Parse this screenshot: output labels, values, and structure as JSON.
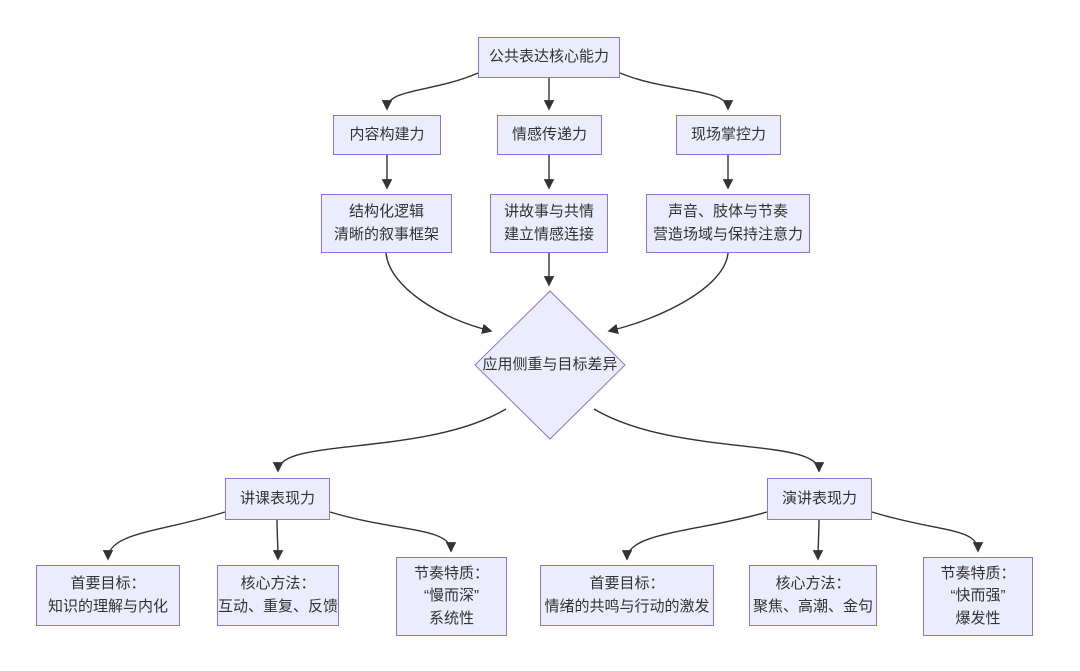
{
  "colors": {
    "background": "#ffffff",
    "node_fill": "#ECECFF",
    "node_border": "#9370DB",
    "edge_color": "#333333",
    "text_color": "#333333"
  },
  "nodes": {
    "root": {
      "label": "公共表达核心能力"
    },
    "content": {
      "label": "内容构建力"
    },
    "emotion": {
      "label": "情感传递力"
    },
    "stage": {
      "label": "现场掌控力"
    },
    "content_detail": {
      "label": "结构化逻辑\n清晰的叙事框架"
    },
    "emotion_detail": {
      "label": "讲故事与共情\n建立情感连接"
    },
    "stage_detail": {
      "label": "声音、肢体与节奏\n营造场域与保持注意力"
    },
    "decision": {
      "label": "应用侧重与目标差异"
    },
    "lecture": {
      "label": "讲课表现力"
    },
    "speech": {
      "label": "演讲表现力"
    },
    "lecture_goal": {
      "label": "首要目标：\n知识的理解与内化"
    },
    "lecture_method": {
      "label": "核心方法：\n互动、重复、反馈"
    },
    "lecture_rhythm": {
      "label": "节奏特质：\n“慢而深”\n系统性"
    },
    "speech_goal": {
      "label": "首要目标：\n情绪的共鸣与行动的激发"
    },
    "speech_method": {
      "label": "核心方法：\n聚焦、高潮、金句"
    },
    "speech_rhythm": {
      "label": "节奏特质：\n“快而强”\n爆发性"
    }
  }
}
